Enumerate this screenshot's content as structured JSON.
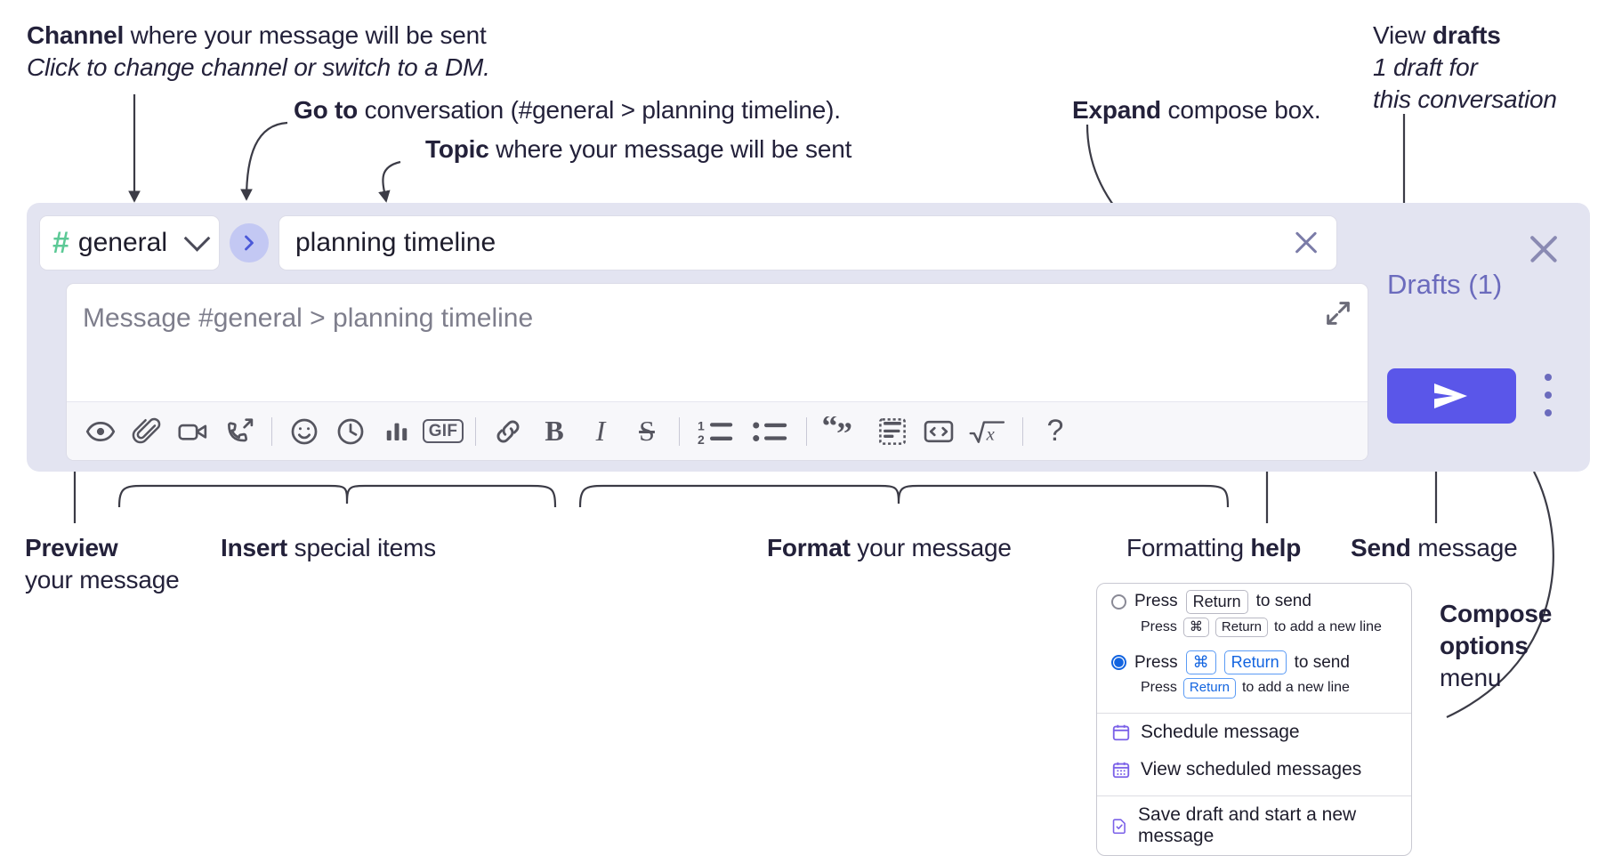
{
  "annotations": {
    "channel": {
      "bold": "Channel",
      "rest": " where your message will be sent",
      "italic": "Click to change channel or switch to a DM."
    },
    "goto": {
      "bold": "Go to",
      "rest": " conversation (#general > planning timeline)."
    },
    "topic": {
      "bold": "Topic",
      "rest": " where your message will be sent"
    },
    "expand": {
      "bold": "Expand",
      "rest": " compose box."
    },
    "drafts": {
      "line1_plain": "View ",
      "line1_bold": "drafts",
      "line2": "1 draft for",
      "line3": "this conversation"
    },
    "preview": {
      "bold": "Preview",
      "rest": "your message"
    },
    "insert": {
      "bold": "Insert",
      "rest": " special items"
    },
    "format": {
      "bold": "Format",
      "rest": " your message"
    },
    "formatting_help": {
      "plain": "Formatting ",
      "bold": "help"
    },
    "send": {
      "bold": "Send",
      "rest": " message"
    },
    "compose_options": {
      "line1": "Compose",
      "line2": "options",
      "line3": "menu"
    }
  },
  "compose": {
    "channel": {
      "hash": "#",
      "name": "general",
      "icon": "hash-icon",
      "chevron": "chevron-down-icon"
    },
    "goto_button": {
      "icon": "chevron-right-icon",
      "label": "Go to conversation"
    },
    "topic": {
      "value": "planning timeline",
      "clear_icon": "close-icon"
    },
    "message": {
      "placeholder": "Message #general > planning timeline",
      "value": "",
      "expand_icon": "expand-icon"
    },
    "toolbar": {
      "groups": [
        {
          "name": "preview",
          "items": [
            {
              "name": "preview-icon",
              "label": "Preview"
            }
          ]
        },
        {
          "name": "insert",
          "items": [
            {
              "name": "attachment-icon",
              "label": "Attach file"
            },
            {
              "name": "video-icon",
              "label": "Record video clip"
            },
            {
              "name": "audio-icon",
              "label": "Record audio clip"
            }
          ]
        },
        {
          "name": "insert2",
          "items": [
            {
              "name": "emoji-icon",
              "label": "Emoji"
            },
            {
              "name": "clock-icon",
              "label": "Reminder"
            },
            {
              "name": "poll-icon",
              "label": "Poll"
            },
            {
              "name": "gif-icon",
              "label": "GIF"
            }
          ]
        },
        {
          "name": "format",
          "items": [
            {
              "name": "link-icon",
              "label": "Link"
            },
            {
              "name": "bold-icon",
              "label": "B"
            },
            {
              "name": "italic-icon",
              "label": "I"
            },
            {
              "name": "strikethrough-icon",
              "label": "S"
            }
          ]
        },
        {
          "name": "lists",
          "items": [
            {
              "name": "ordered-list-icon",
              "label": "Ordered list"
            },
            {
              "name": "bulleted-list-icon",
              "label": "Bulleted list"
            }
          ]
        },
        {
          "name": "blocks",
          "items": [
            {
              "name": "blockquote-icon",
              "label": "Blockquote"
            },
            {
              "name": "code-block-icon",
              "label": "Code block"
            },
            {
              "name": "code-icon",
              "label": "Code"
            },
            {
              "name": "math-icon",
              "label": "Math"
            }
          ]
        },
        {
          "name": "help",
          "items": [
            {
              "name": "help-icon",
              "label": "?"
            }
          ]
        }
      ],
      "gif_label": "GIF",
      "bold_label": "B",
      "italic_label": "I",
      "strike_label": "S",
      "help_label": "?"
    },
    "drafts_link": "Drafts (1)",
    "close_icon": "close-icon",
    "send_button": {
      "icon": "send-icon",
      "label": "Send"
    },
    "options_button": {
      "icon": "kebab-menu-icon",
      "label": "Compose options"
    }
  },
  "menu": {
    "options": [
      {
        "selected": false,
        "press": "Press",
        "keys": [
          "Return"
        ],
        "suffix": "to send",
        "sub_press": "Press",
        "sub_keys": [
          "⌘",
          "Return"
        ],
        "sub_suffix": "to add a new line"
      },
      {
        "selected": true,
        "press": "Press",
        "keys": [
          "⌘",
          "Return"
        ],
        "suffix": "to send",
        "sub_press": "Press",
        "sub_keys": [
          "Return"
        ],
        "sub_suffix": "to add a new line"
      }
    ],
    "items": [
      {
        "icon": "calendar-icon",
        "label": "Schedule message"
      },
      {
        "icon": "calendar-grid-icon",
        "label": "View scheduled messages"
      },
      {
        "icon": "save-draft-icon",
        "label": "Save draft and start a new message"
      }
    ]
  },
  "colors": {
    "panel_bg": "#e3e4f1",
    "accent_blue": "#5a56e9",
    "hash_green": "#5cc996",
    "drafts_purple": "#6b6bbd",
    "menu_purple": "#7b61e8",
    "radio_blue": "#1264e0"
  }
}
